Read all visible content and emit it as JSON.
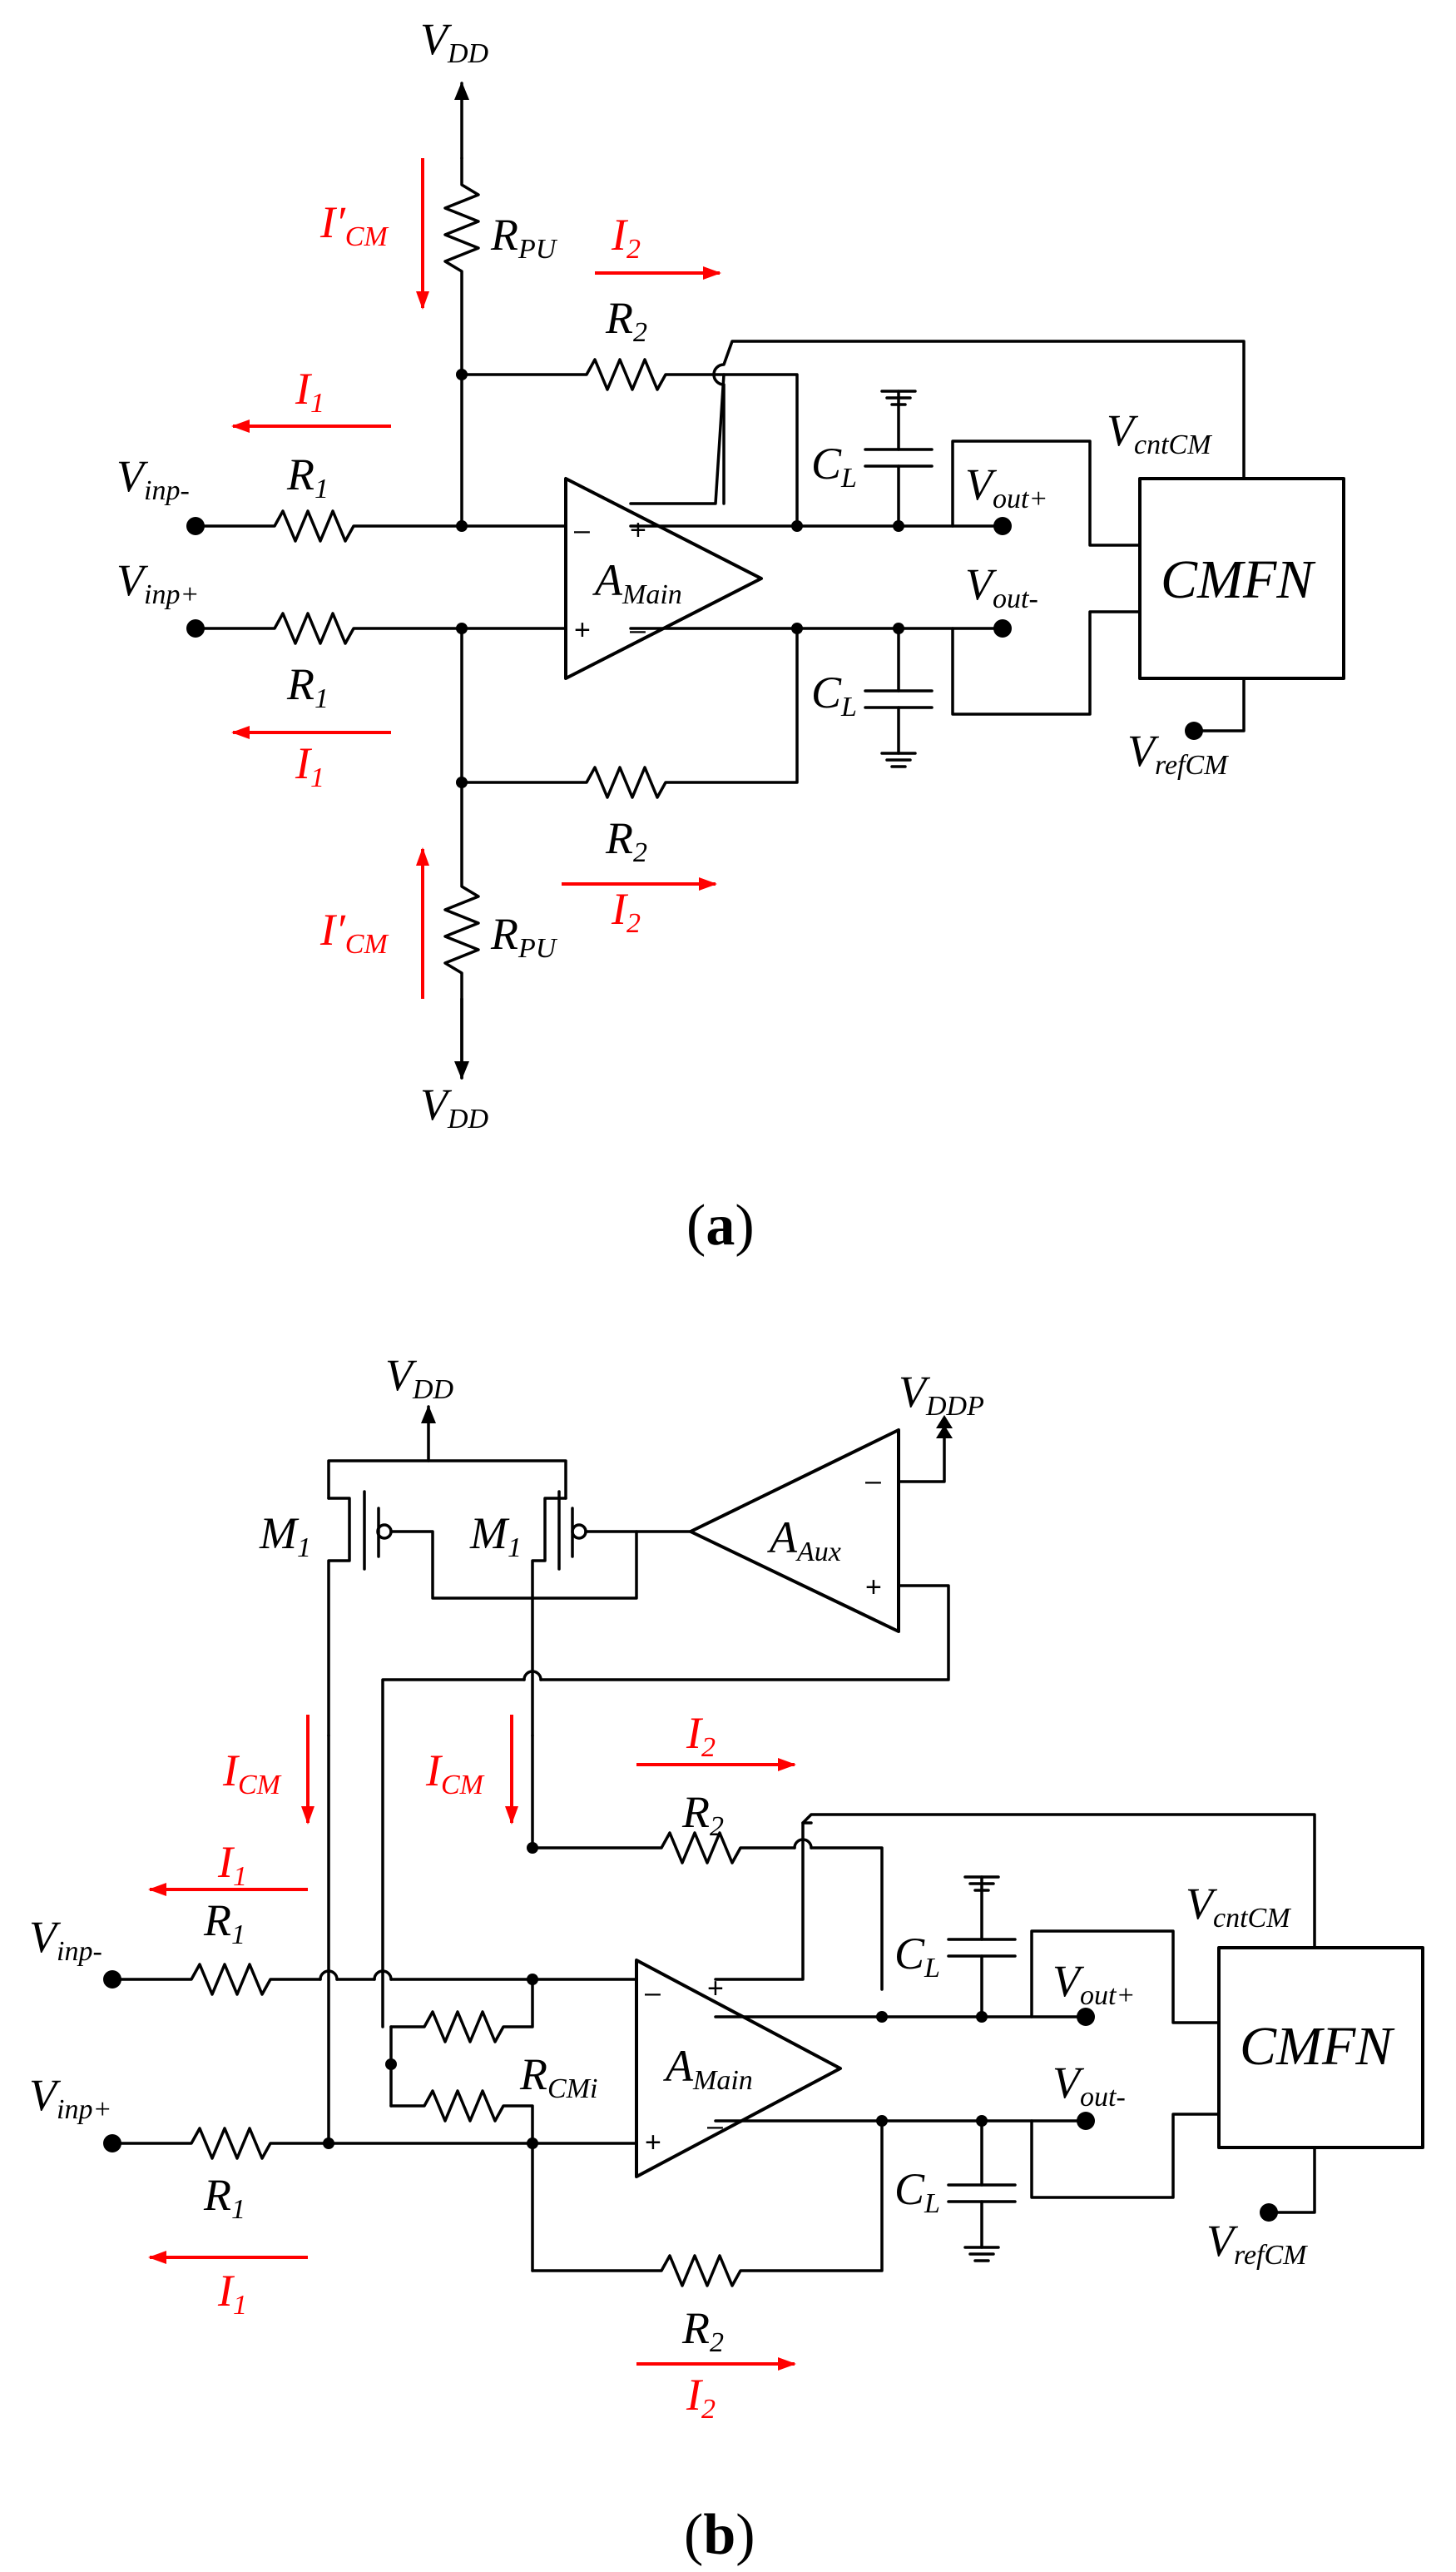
{
  "figure_a": {
    "caption_open": "(",
    "caption_letter": "a",
    "caption_close": ")",
    "vdd_top": {
      "main": "V",
      "sub": "DD"
    },
    "vdd_bottom": {
      "main": "V",
      "sub": "DD"
    },
    "rpu_top": {
      "main": "R",
      "sub": "PU"
    },
    "rpu_bottom": {
      "main": "R",
      "sub": "PU"
    },
    "icm_top": {
      "main": "I′",
      "sub": "CM"
    },
    "icm_bottom": {
      "main": "I′",
      "sub": "CM"
    },
    "i2_top": {
      "main": "I",
      "sub": "2"
    },
    "i2_bottom": {
      "main": "I",
      "sub": "2"
    },
    "i1_top": {
      "main": "I",
      "sub": "1"
    },
    "i1_bottom": {
      "main": "I",
      "sub": "1"
    },
    "r2_top": {
      "main": "R",
      "sub": "2"
    },
    "r2_bottom": {
      "main": "R",
      "sub": "2"
    },
    "r1_top": {
      "main": "R",
      "sub": "1"
    },
    "r1_bottom": {
      "main": "R",
      "sub": "1"
    },
    "vinp_minus": {
      "main": "V",
      "sub": "inp-"
    },
    "vinp_plus": {
      "main": "V",
      "sub": "inp+"
    },
    "amain": {
      "main": "A",
      "sub": "Main"
    },
    "cl_top": {
      "main": "C",
      "sub": "L"
    },
    "cl_bottom": {
      "main": "C",
      "sub": "L"
    },
    "vout_plus": {
      "main": "V",
      "sub": "out+"
    },
    "vout_minus": {
      "main": "V",
      "sub": "out-"
    },
    "vcntcm": {
      "main": "V",
      "sub": "cntCM"
    },
    "vrefcm": {
      "main": "V",
      "sub": "refCM"
    },
    "cmfn": "CMFN"
  },
  "figure_b": {
    "caption_open": "(",
    "caption_letter": "b",
    "caption_close": ")",
    "vdd": {
      "main": "V",
      "sub": "DD"
    },
    "vddp": {
      "main": "V",
      "sub": "DDP"
    },
    "m1_left": {
      "main": "M",
      "sub": "1"
    },
    "m1_right": {
      "main": "M",
      "sub": "1"
    },
    "aaux": {
      "main": "A",
      "sub": "Aux"
    },
    "icm_left": {
      "main": "I",
      "sub": "CM"
    },
    "icm_right": {
      "main": "I",
      "sub": "CM"
    },
    "i2_top": {
      "main": "I",
      "sub": "2"
    },
    "i2_bottom": {
      "main": "I",
      "sub": "2"
    },
    "i1_top": {
      "main": "I",
      "sub": "1"
    },
    "i1_bottom": {
      "main": "I",
      "sub": "1"
    },
    "r2_top": {
      "main": "R",
      "sub": "2"
    },
    "r2_bottom": {
      "main": "R",
      "sub": "2"
    },
    "r1_top": {
      "main": "R",
      "sub": "1"
    },
    "r1_bottom": {
      "main": "R",
      "sub": "1"
    },
    "rcmi": {
      "main": "R",
      "sub": "CMi"
    },
    "vinp_minus": {
      "main": "V",
      "sub": "inp-"
    },
    "vinp_plus": {
      "main": "V",
      "sub": "inp+"
    },
    "amain": {
      "main": "A",
      "sub": "Main"
    },
    "cl_top": {
      "main": "C",
      "sub": "L"
    },
    "cl_bottom": {
      "main": "C",
      "sub": "L"
    },
    "vout_plus": {
      "main": "V",
      "sub": "out+"
    },
    "vout_minus": {
      "main": "V",
      "sub": "out-"
    },
    "vcntcm": {
      "main": "V",
      "sub": "cntCM"
    },
    "vrefcm": {
      "main": "V",
      "sub": "refCM"
    },
    "cmfn": "CMFN"
  },
  "colors": {
    "wire": "#000000",
    "current": "#ff0000",
    "background": "#ffffff"
  }
}
